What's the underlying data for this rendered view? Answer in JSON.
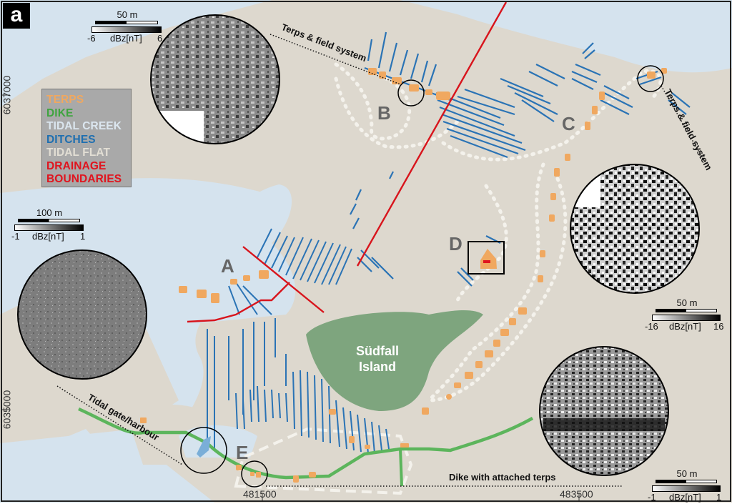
{
  "panel": {
    "letter": "a"
  },
  "legend": {
    "items": [
      {
        "label": "TERPS",
        "color": "#f0a860"
      },
      {
        "label": "DIKE",
        "color": "#4aa84a"
      },
      {
        "label": "TIDAL CREEK",
        "color": "#d6e4f0"
      },
      {
        "label": "DITCHES",
        "color": "#1f6fb0"
      },
      {
        "label": "TIDAL FLAT",
        "color": "#e0dcd2"
      },
      {
        "label": "DRAINAGE",
        "color": "#e0141e"
      },
      {
        "label": "BOUNDARIES",
        "color": "#e0141e"
      }
    ]
  },
  "colors": {
    "sea": "#d5e3ee",
    "land": "#ddd8ce",
    "island": "#7ea57e",
    "ditch": "#2a73b5",
    "terp": "#f0a860",
    "dike": "#5cb55c",
    "drainage": "#d8141c"
  },
  "scales": {
    "top_left": {
      "length": "50 m",
      "min": "-6",
      "max": "6",
      "unit": "dBz[nT]"
    },
    "mid_left": {
      "length": "100 m",
      "min": "-1",
      "max": "1",
      "unit": "dBz[nT]"
    },
    "right_mid": {
      "length": "50 m",
      "min": "-16",
      "max": "16",
      "unit": "dBz[nT]"
    },
    "bottom_right": {
      "length": "50 m",
      "min": "-1",
      "max": "1",
      "unit": "dBz[nT]"
    }
  },
  "axes": {
    "y_ticks": [
      "6037000",
      "6035000"
    ],
    "x_ticks": [
      "481500",
      "483500"
    ]
  },
  "sites": [
    "A",
    "B",
    "C",
    "D",
    "E"
  ],
  "island": {
    "line1": "Südfall",
    "line2": "Island"
  },
  "annotations": {
    "terps_field_top": "Terps & field system",
    "terps_field_right": "Terps & field system",
    "tidal_gate": "Tidal gate/harbour",
    "dike_terps": "Dike with attached terps"
  }
}
